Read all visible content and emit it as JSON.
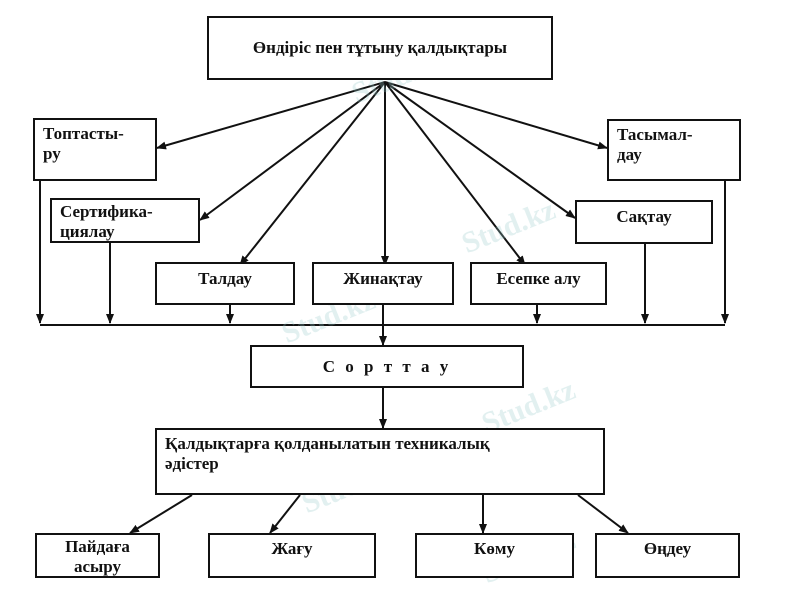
{
  "diagram": {
    "root": "Өндіріс пен тұтыну қалдықтары",
    "n_toptastyru": "Топтасты-\nру",
    "n_tasymaldau": "Тасымал-\nдау",
    "n_sertifikat": "Сертифика-\nциялау",
    "n_saktau": "Сақтау",
    "n_taldau": "Талдау",
    "n_zhinaktau": "Жинақтау",
    "n_esepke": "Есепке алу",
    "n_sorttau": "С о р т т а у",
    "n_adister": "Қалдықтарға қолданылатын техникалық\nәдістер",
    "n_paidaga": "Пайдаға\nасыру",
    "n_zhagu": "Жағу",
    "n_komu": "Көму",
    "n_ondeu": "Өңдеу"
  },
  "watermark": "Stud.kz"
}
